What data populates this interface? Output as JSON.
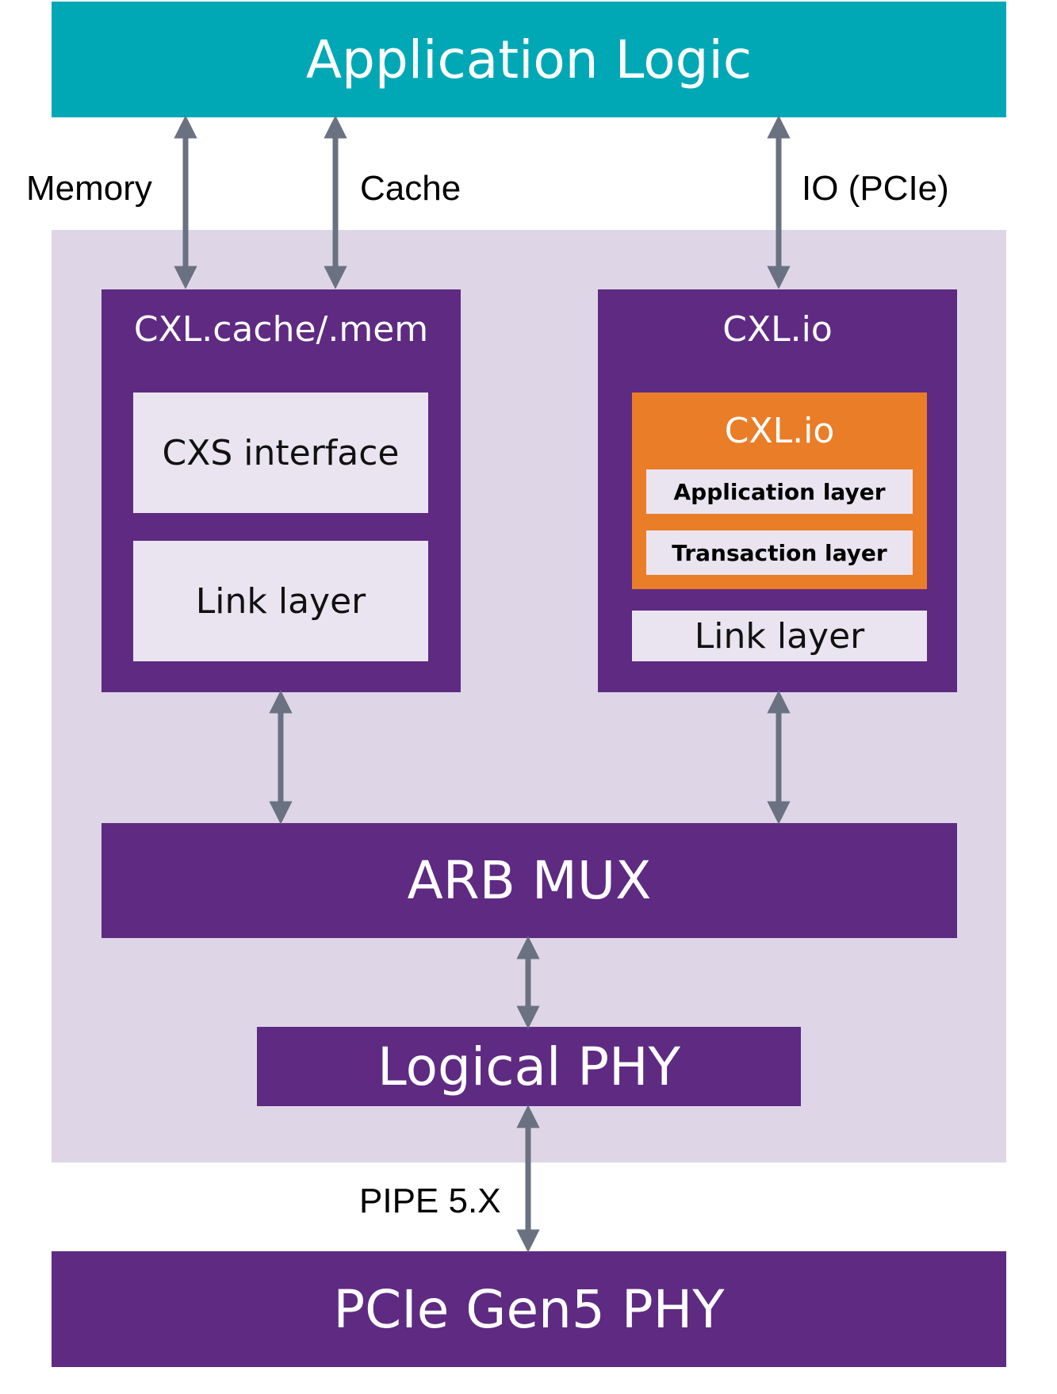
{
  "colors": {
    "teal": "#00a8b6",
    "purple": "#5e2a82",
    "lavender_bg": "#ded6e7",
    "light_box": "#eae4f0",
    "orange": "#ea7d28",
    "arrow": "#6a7180"
  },
  "top": {
    "title": "Application Logic"
  },
  "connections": {
    "memory": "Memory",
    "cache": "Cache",
    "io": "IO (PCIe)",
    "pipe": "PIPE 5.X"
  },
  "cache_mem_block": {
    "title": "CXL.cache/.mem",
    "cxs_interface": "CXS interface",
    "link_layer": "Link layer"
  },
  "io_block": {
    "title": "CXL.io",
    "inner_title": "CXL.io",
    "application_layer": "Application layer",
    "transaction_layer": "Transaction layer",
    "link_layer": "Link layer"
  },
  "arb_mux": {
    "label": "ARB MUX"
  },
  "logical_phy": {
    "label": "Logical PHY"
  },
  "bottom": {
    "title": "PCIe Gen5 PHY"
  }
}
